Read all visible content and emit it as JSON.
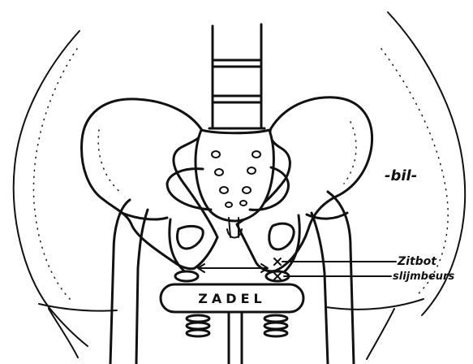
{
  "labels": {
    "bil": "-bil-",
    "zitbot": "Zitbot",
    "slijmbeurs": "slijmbeurs",
    "zadel": "ZADEL"
  }
}
